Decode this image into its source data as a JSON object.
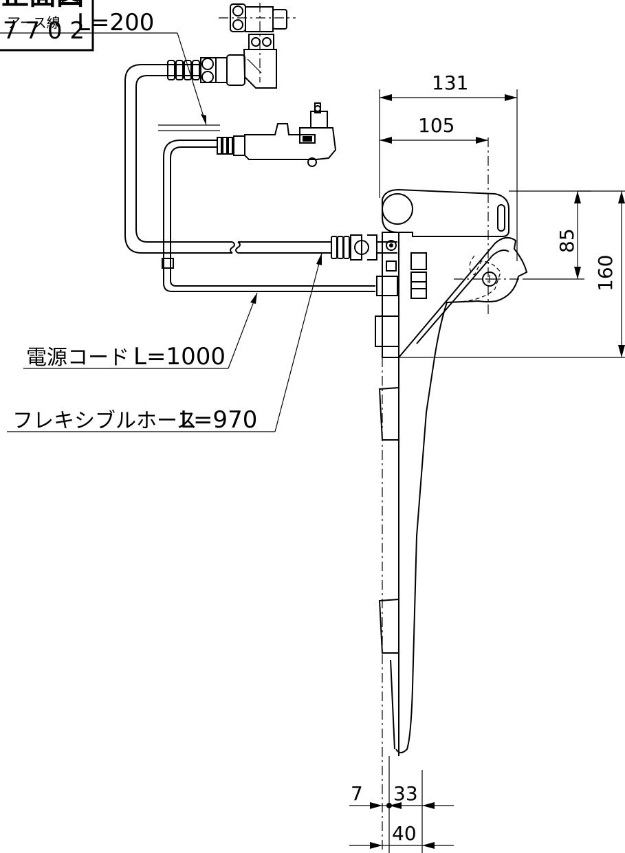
{
  "title_box": {
    "title": "正面図",
    "code": "7 7 0 2"
  },
  "labels": {
    "earth_wire": "アース線",
    "earth_length": "L=200",
    "power_cord": "電源コード",
    "power_length": "L=1000",
    "flex_hose": "フレキシブルホース",
    "hose_length": "L=970"
  },
  "dimensions": {
    "d131": "131",
    "d105": "105",
    "d85": "85",
    "d160": "160",
    "d7": "7",
    "d33": "33",
    "d40": "40"
  }
}
